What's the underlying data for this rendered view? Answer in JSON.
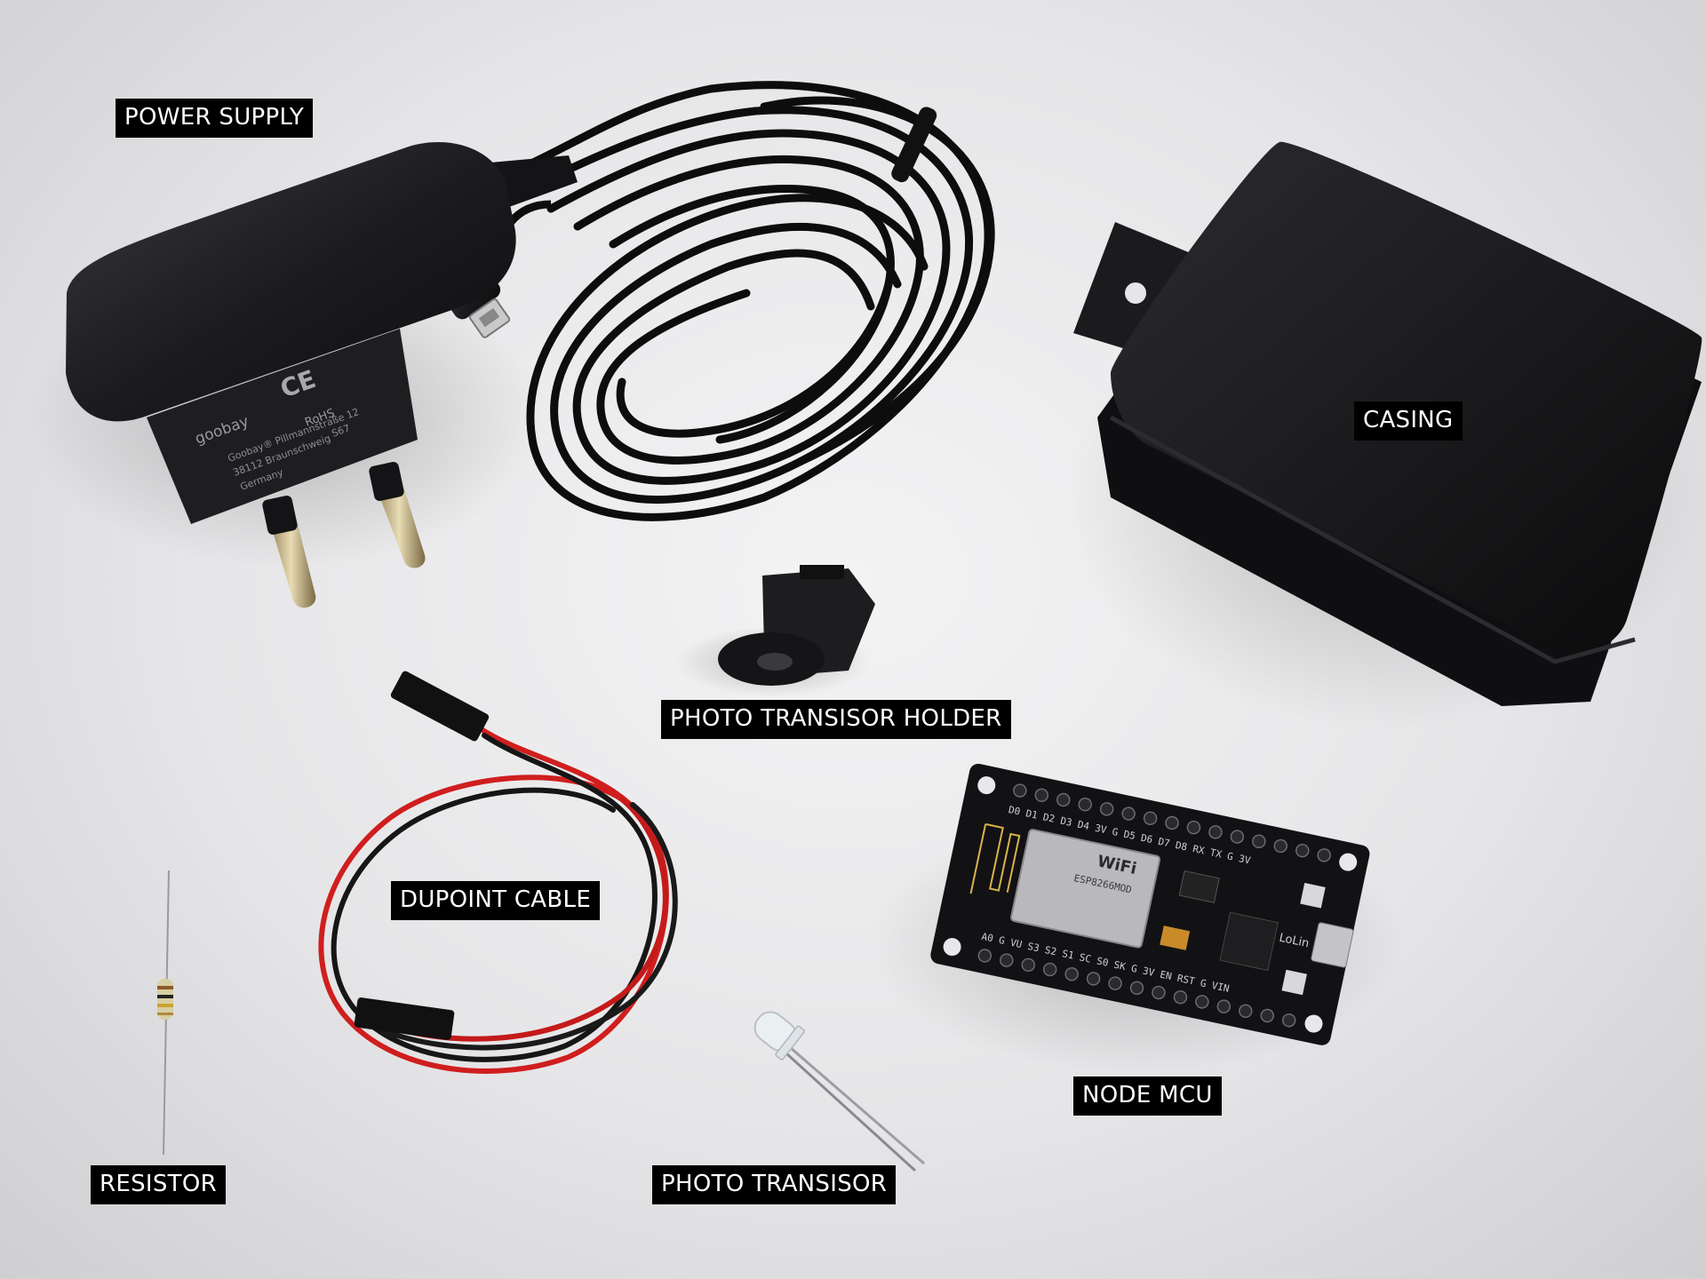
{
  "labels": {
    "power_supply": "POWER SUPPLY",
    "casing": "CASING",
    "photo_transistor_holder": "PHOTO TRANSISOR HOLDER",
    "dupoint_cable": "DUPOINT CABLE",
    "node_mcu": "NODE MCU",
    "resistor": "RESISTOR",
    "photo_transistor": "PHOTO TRANSISOR"
  },
  "charger_print": {
    "brand": "goobay",
    "line1": "Goobay® Pillmannstraße 12",
    "line2": "38112 Braunschweig",
    "line3": "Germany",
    "marks": "CE",
    "rohs": "RoHS",
    "code": "S67"
  },
  "board_print": {
    "wifi": "WiFi",
    "module": "ESP8266MOD",
    "brand": "LoLin",
    "pins_top": "D0 D1 D2 D3 D4 3V G D5 D6 D7 D8 RX TX G 3V",
    "pins_bottom": "A0 G VU S3 S2 S1 SC S0 SK G 3V EN RST G VIN"
  },
  "colors": {
    "background": "#e9e9eb",
    "label_bg": "#000000",
    "label_text": "#ffffff",
    "plastic_black": "#1a1a1c",
    "wire_red": "#d01e1e"
  }
}
